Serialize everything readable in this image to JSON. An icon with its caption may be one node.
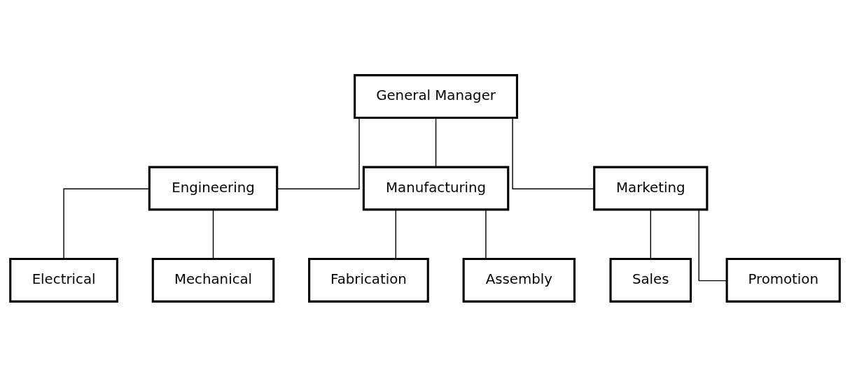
{
  "diagram": {
    "nodes": [
      {
        "text": [
          "General Manager"
        ]
      },
      {
        "text": [
          "Engineering"
        ]
      },
      {
        "text": [
          "Manufacturing"
        ]
      },
      {
        "text": [
          "Marketing"
        ]
      },
      {
        "text": [
          "Electrical"
        ]
      },
      {
        "text": [
          "Mechanical"
        ]
      },
      {
        "text": [
          "Fabrication"
        ]
      },
      {
        "text": [
          "Assembly"
        ]
      },
      {
        "text": [
          "Sales"
        ]
      },
      {
        "text": [
          "Promotion"
        ]
      }
    ],
    "edges": [
      {
        "from": 0,
        "to": 1,
        "arrow": "none"
      },
      {
        "from": 0,
        "to": 2,
        "arrow": "none"
      },
      {
        "from": 0,
        "to": 3,
        "arrow": "none"
      },
      {
        "from": 1,
        "to": 4,
        "arrow": "none"
      },
      {
        "from": 1,
        "to": 5,
        "arrow": "none"
      },
      {
        "from": 2,
        "to": 6,
        "arrow": "none"
      },
      {
        "from": 2,
        "to": 7,
        "arrow": "none"
      },
      {
        "from": 3,
        "to": 8,
        "arrow": "none"
      },
      {
        "from": 3,
        "to": 9,
        "arrow": "none"
      }
    ]
  }
}
